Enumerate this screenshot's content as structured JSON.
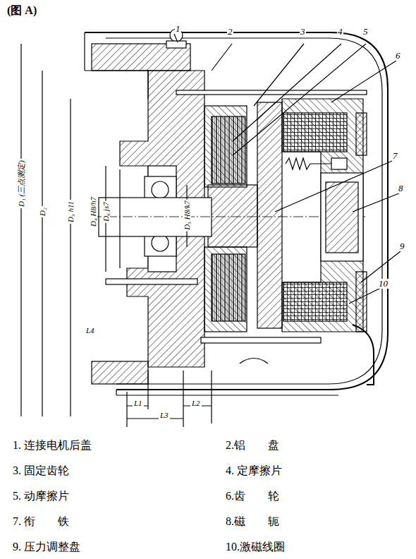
{
  "diagram": {
    "title": "(图 A)",
    "labels": [
      "1",
      "2",
      "3",
      "4",
      "5",
      "6",
      "7",
      "8",
      "9",
      "10",
      "D₁ (三点测定)",
      "D₂",
      "D₃ h11",
      "D₆ js7",
      "D₄ H8/h7",
      "D₅ H8/k7",
      "L4",
      "L1",
      "L2",
      "L3",
      "1. 连接电机后盖",
      "2.铝　　盘",
      "3. 固定齿轮",
      "4. 定摩擦片",
      "5. 动摩擦片",
      "6.齿　　轮",
      "7. 衔　　铁",
      "8.磁　　轭",
      "9. 压力调整盘",
      "10.激磁线圈"
    ]
  }
}
